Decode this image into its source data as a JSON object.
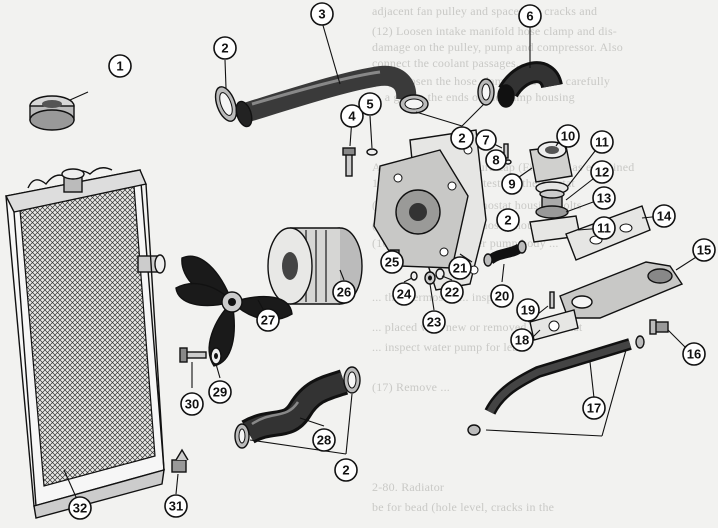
{
  "background_text": [
    "adjacent fan pulley and spacer for cracks and",
    "(12) Loosen intake manifold hose clamp and dis-",
    "damage on the pulley, pump and compressor. Also",
    "connect the coolant passages.",
    "(13) Loosen the hose clamps and hose carefully",
    "... a gap to the ends of the pump housing",
    "  A. Test radiator pressure cap (Fig 2-80) as explained",
    "  1. Test thermostat. To test the thermostat",
    "(14) Remove the thermostat housing bolts",
    "(15) Remove the thermostat housing",
    "(16) Remove the water pump body ...",
    "... the thermostat ... inspect",
    "... placed with new or removed thermostat",
    "... inspect water pump for leaks",
    "(17) Remove ...",
    "2-80. Radiator",
    "be for bead (hole level, cracks in the"
  ],
  "callouts": [
    {
      "label": "1"
    },
    {
      "label": "2"
    },
    {
      "label": "3"
    },
    {
      "label": "4"
    },
    {
      "label": "5"
    },
    {
      "label": "2"
    },
    {
      "label": "6"
    },
    {
      "label": "7"
    },
    {
      "label": "8"
    },
    {
      "label": "9"
    },
    {
      "label": "10"
    },
    {
      "label": "11"
    },
    {
      "label": "12"
    },
    {
      "label": "13"
    },
    {
      "label": "11"
    },
    {
      "label": "14"
    },
    {
      "label": "15"
    },
    {
      "label": "2"
    },
    {
      "label": "16"
    },
    {
      "label": "17"
    },
    {
      "label": "18"
    },
    {
      "label": "19"
    },
    {
      "label": "20"
    },
    {
      "label": "21"
    },
    {
      "label": "22"
    },
    {
      "label": "23"
    },
    {
      "label": "24"
    },
    {
      "label": "25"
    },
    {
      "label": "26"
    },
    {
      "label": "27"
    },
    {
      "label": "28"
    },
    {
      "label": "2"
    },
    {
      "label": "29"
    },
    {
      "label": "30"
    },
    {
      "label": "31"
    },
    {
      "label": "32"
    }
  ],
  "colors": {
    "ink": "#111111",
    "background": "#f2f2f0",
    "faint_text": "#c9c9c6"
  }
}
